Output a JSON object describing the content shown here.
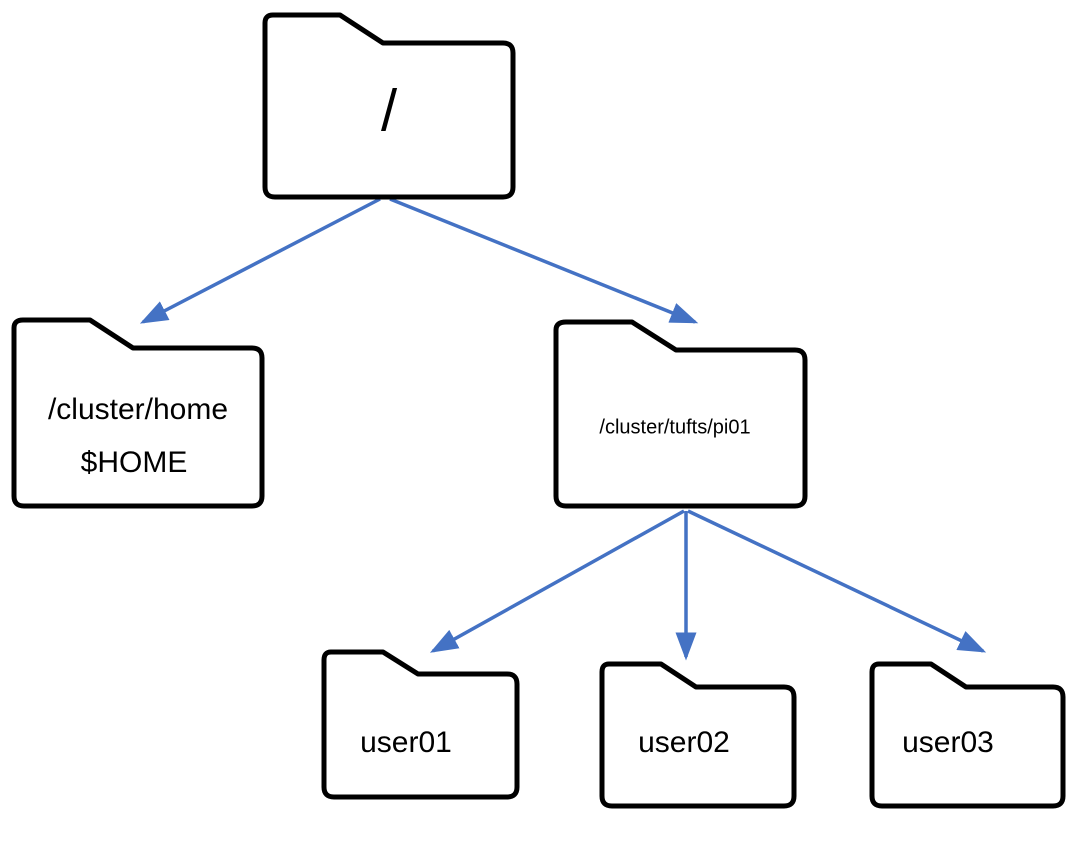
{
  "colors": {
    "edge": "#4472C4",
    "folder_stroke": "#000000",
    "folder_fill": "#ffffff"
  },
  "nodes": {
    "root": {
      "label": "/",
      "icon": "folder-icon"
    },
    "home": {
      "line1": "/cluster/home",
      "line2": "$HOME",
      "icon": "folder-icon"
    },
    "pi": {
      "label": "/cluster/tufts/pi01",
      "icon": "folder-icon"
    },
    "user01": {
      "label": "user01",
      "icon": "folder-icon"
    },
    "user02": {
      "label": "user02",
      "icon": "folder-icon"
    },
    "user03": {
      "label": "user03",
      "icon": "folder-icon"
    }
  },
  "edges": [
    {
      "from": "root",
      "to": "home"
    },
    {
      "from": "root",
      "to": "pi"
    },
    {
      "from": "pi",
      "to": "user01"
    },
    {
      "from": "pi",
      "to": "user02"
    },
    {
      "from": "pi",
      "to": "user03"
    }
  ]
}
